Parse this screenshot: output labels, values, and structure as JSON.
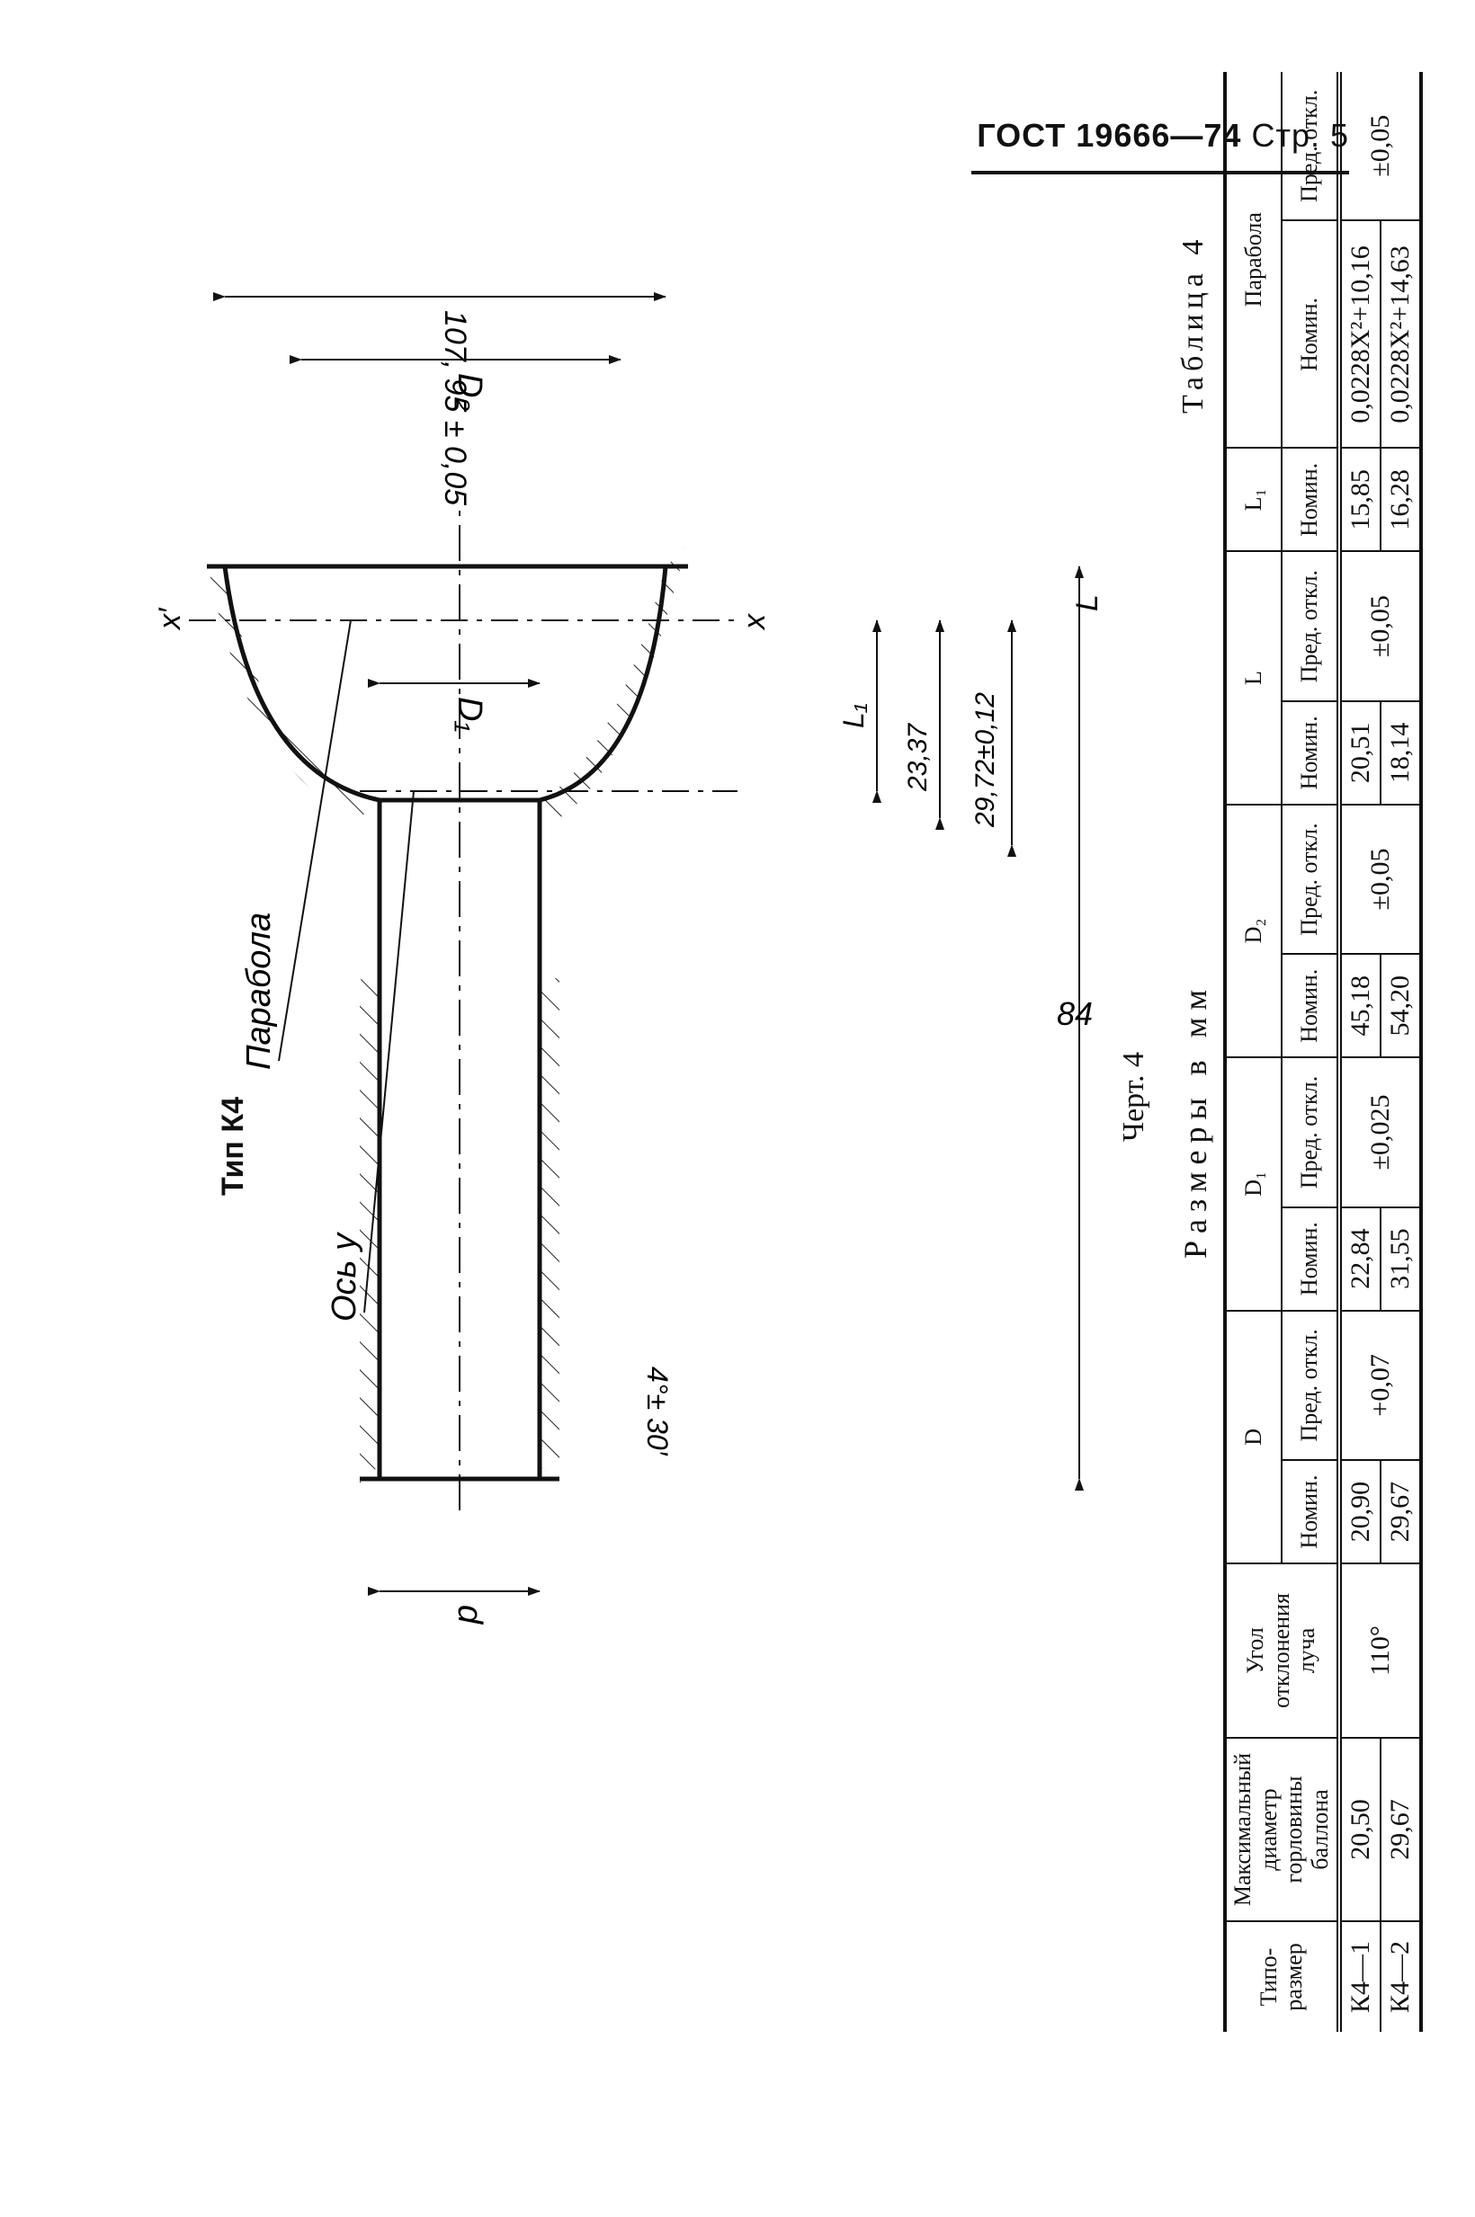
{
  "header": {
    "doc": "ГОСТ 19666—74",
    "page": "Стр. 5"
  },
  "drawing": {
    "type_title": "Тип К4",
    "caption": "Черт. 4",
    "labels": {
      "d": "d",
      "D1": "D₁",
      "D2": "D₂",
      "dim_107": "107, 95 ± 0,05",
      "dim_84": "84",
      "dim_29": "29,72±0,12",
      "dim_23": "23,37",
      "L": "L",
      "L1": "L₁",
      "x": "x",
      "x_prime": "x′",
      "parabola": "Парабола",
      "axis_y": "Ось y",
      "angle": "4°± 30′"
    }
  },
  "table": {
    "units_title": "Размеры в мм",
    "table_title": "Таблица 4",
    "headers": {
      "size": "Типо-размер",
      "max_neck": "Максимальный диаметр горловины баллона",
      "angle": "Угол отклонения луча",
      "D": "D",
      "D1": "D₁",
      "D2": "D₂",
      "L": "L",
      "L1": "L₁",
      "parabola": "Парабола",
      "nom": "Номин.",
      "dev": "Пред. откл."
    },
    "rows": [
      {
        "size": "К4—1",
        "max_neck": "20,50",
        "angle": "110°",
        "D_nom": "20,90",
        "D_dev": "+0,07",
        "D1_nom": "22,84",
        "D1_dev": "±0,025",
        "D2_nom": "45,18",
        "D2_dev": "±0,05",
        "L_nom": "20,51",
        "L_dev": "±0,05",
        "L1_nom": "15,85",
        "par_nom": "0,0228X²+10,16",
        "par_dev": "±0,05"
      },
      {
        "size": "К4—2",
        "max_neck": "29,67",
        "D_nom": "29,67",
        "D1_nom": "31,55",
        "D2_nom": "54,20",
        "L_nom": "18,14",
        "L1_nom": "16,28",
        "par_nom": "0,0228X²+14,63"
      }
    ]
  }
}
